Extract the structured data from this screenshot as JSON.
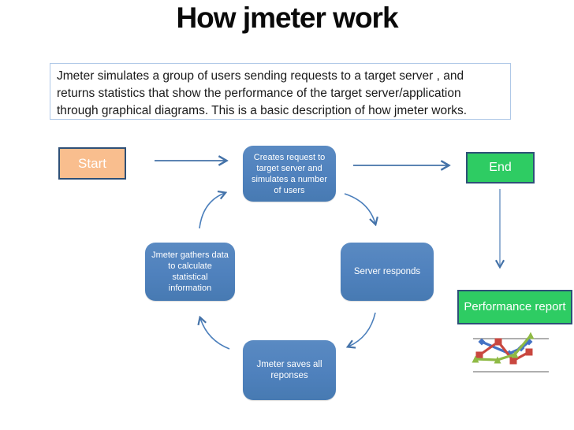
{
  "title": "How jmeter work",
  "description": "Jmeter simulates a group of users sending requests to a target server , and returns statistics that show the performance of the target server/application through graphical diagrams. This is a basic description of how jmeter works.",
  "flow": {
    "start_label": "Start",
    "create_request_label": "Creates request to target server and simulates a number of users",
    "server_responds_label": "Server responds",
    "saves_responses_label": "Jmeter saves all reponses",
    "gathers_data_label": "Jmeter gathers data to calculate statistical information",
    "end_label": "End",
    "performance_report_label": "Performance report"
  },
  "colors": {
    "process_blue": "#4F81BD",
    "arrow_blue": "#4472A8",
    "terminal_green": "#2ECC63",
    "start_orange": "#F9BE8E",
    "border_navy": "#2E5077",
    "textbox_border": "#AFC8E7"
  },
  "chart_icon": {
    "type": "line",
    "gridline_color": "#7f7f7f",
    "gridlines_y": [
      10,
      52
    ],
    "series": [
      {
        "name": "blue-series",
        "color": "#4472C4",
        "marker": "diamond",
        "points": [
          [
            13,
            14
          ],
          [
            48,
            29
          ],
          [
            63,
            22
          ],
          [
            73,
            14
          ]
        ]
      },
      {
        "name": "red-series",
        "color": "#C9473F",
        "marker": "square",
        "points": [
          [
            10,
            31
          ],
          [
            34,
            14
          ],
          [
            53,
            38
          ],
          [
            73,
            27
          ]
        ]
      },
      {
        "name": "green-series",
        "color": "#8FBA45",
        "marker": "triangle",
        "points": [
          [
            5,
            36
          ],
          [
            33,
            37
          ],
          [
            55,
            30
          ],
          [
            75,
            6
          ]
        ]
      }
    ]
  }
}
